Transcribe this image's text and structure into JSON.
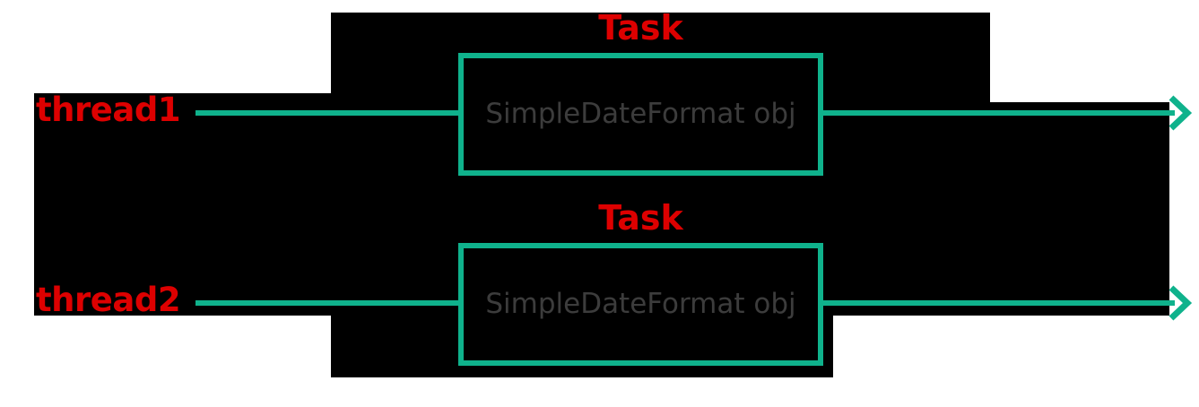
{
  "diagram": {
    "title_implied": "SimpleDateFormat shared across threads",
    "colors": {
      "label_red": "#dd0000",
      "flow_teal": "#0fb28c",
      "box_fill": "#000000",
      "box_text_gray": "#3c3c3c",
      "backdrop": "#000000",
      "page": "#ffffff"
    },
    "lanes": [
      {
        "id": "lane-1",
        "thread_label": "thread1",
        "task_label": "Task",
        "box_text": "SimpleDateFormat obj"
      },
      {
        "id": "lane-2",
        "thread_label": "thread2",
        "task_label": "Task",
        "box_text": "SimpleDateFormat obj"
      }
    ],
    "icons": {
      "arrow": "arrow-right-icon"
    }
  }
}
